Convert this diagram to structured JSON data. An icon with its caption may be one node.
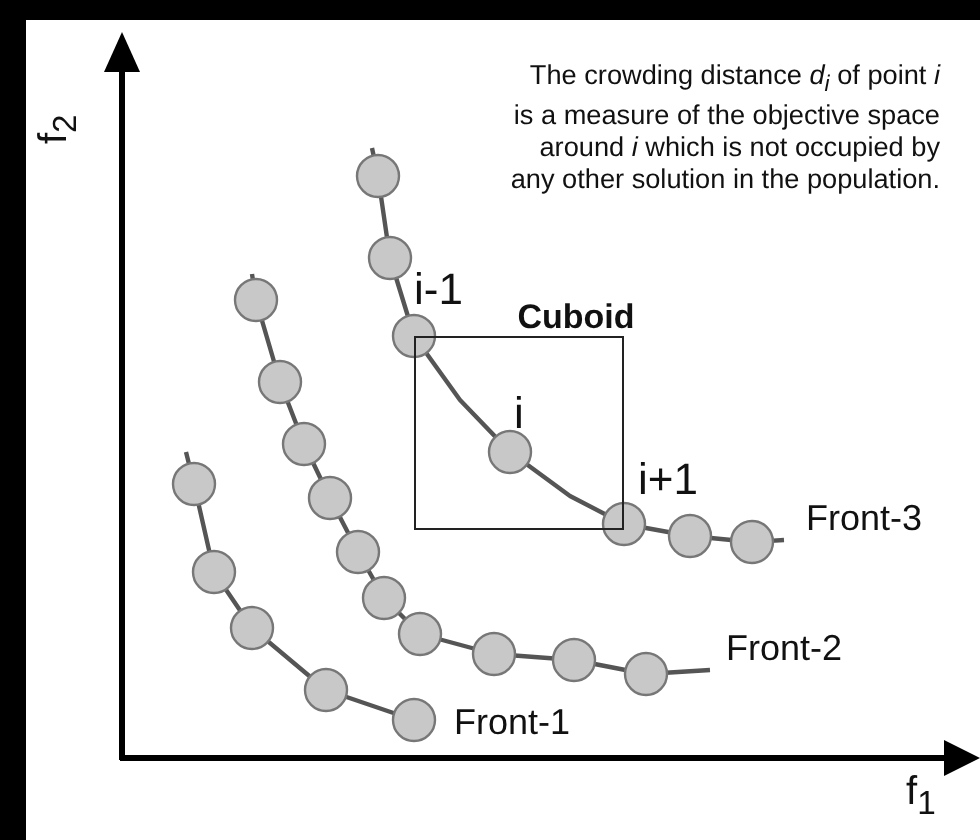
{
  "diagram": {
    "nodes": [
      {
        "text": [
          "Cuboid"
        ]
      }
    ],
    "edges": [],
    "labels": [
      "The crowding distance *d$_{i}$* of point *i* is a measure of the objective space around *i* which is not occupied by any other solution in the population.",
      "f$_{2}$",
      "i-1",
      "i",
      "i+1",
      "Front-3",
      "Front-2",
      "Front-1",
      "f$_{1}$"
    ]
  }
}
